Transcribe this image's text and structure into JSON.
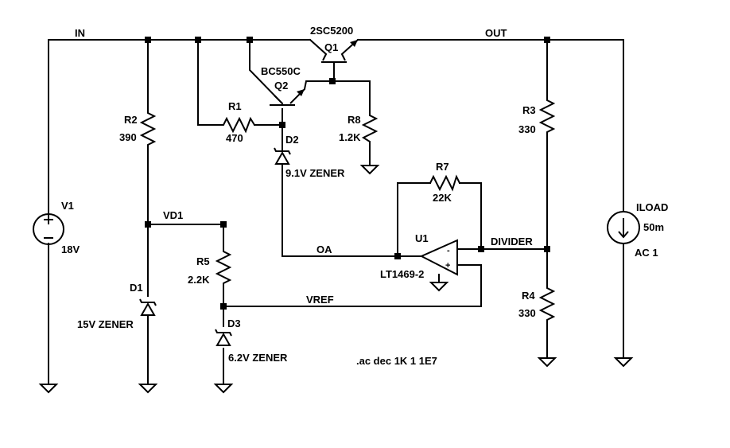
{
  "nets": {
    "in": "IN",
    "out": "OUT",
    "vd1": "VD1",
    "oa": "OA",
    "vref": "VREF",
    "divider": "DIVIDER"
  },
  "components": {
    "v1": {
      "ref": "V1",
      "value": "18V"
    },
    "r2": {
      "ref": "R2",
      "value": "390"
    },
    "d1": {
      "ref": "D1",
      "value": "15V ZENER"
    },
    "r1": {
      "ref": "R1",
      "value": "470"
    },
    "d2": {
      "ref": "D2",
      "value": "9.1V ZENER"
    },
    "q1": {
      "ref": "Q1",
      "value": "2SC5200"
    },
    "q2": {
      "ref": "Q2",
      "value": "BC550C"
    },
    "r8": {
      "ref": "R8",
      "value": "1.2K"
    },
    "r5": {
      "ref": "R5",
      "value": "2.2K"
    },
    "d3": {
      "ref": "D3",
      "value": "6.2V ZENER"
    },
    "r7": {
      "ref": "R7",
      "value": "22K"
    },
    "u1": {
      "ref": "U1",
      "value": "LT1469-2"
    },
    "r3": {
      "ref": "R3",
      "value": "330"
    },
    "r4": {
      "ref": "R4",
      "value": "330"
    },
    "iload": {
      "ref": "ILOAD",
      "value": "50m",
      "ac": "AC 1"
    }
  },
  "directive": ".ac dec 1K 1 1E7"
}
